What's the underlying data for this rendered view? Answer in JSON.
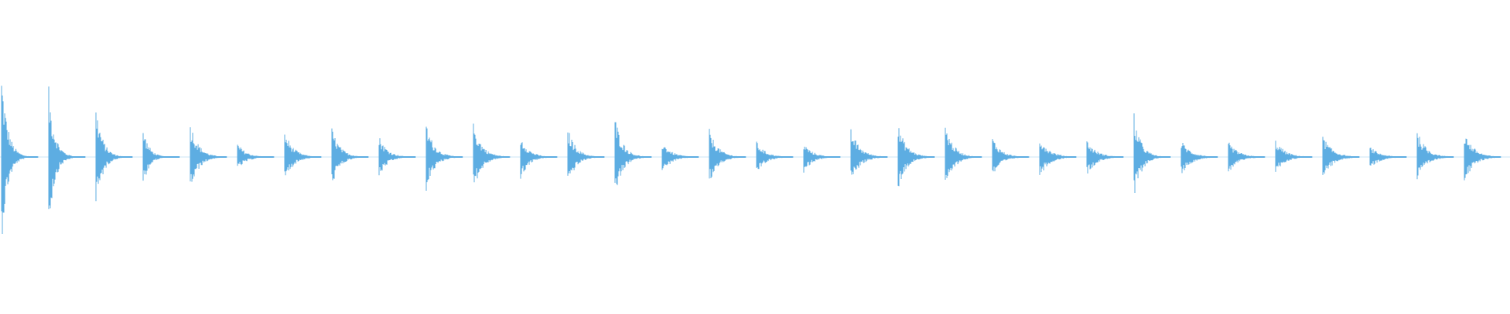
{
  "waveform": {
    "color": "#5dade2",
    "background": "#ffffff",
    "center_level": 0.5,
    "hit_count": 32,
    "hits": [
      {
        "peak_up": 0.56,
        "peak_down": 0.56,
        "decay": 0.55
      },
      {
        "peak_up": 0.45,
        "peak_down": 0.46,
        "decay": 0.55
      },
      {
        "peak_up": 0.34,
        "peak_down": 0.34,
        "decay": 0.6
      },
      {
        "peak_up": 0.19,
        "peak_down": 0.19,
        "decay": 0.55
      },
      {
        "peak_up": 0.23,
        "peak_down": 0.23,
        "decay": 0.75
      },
      {
        "peak_up": 0.09,
        "peak_down": 0.09,
        "decay": 0.8
      },
      {
        "peak_up": 0.17,
        "peak_down": 0.16,
        "decay": 0.8
      },
      {
        "peak_up": 0.19,
        "peak_down": 0.19,
        "decay": 0.75
      },
      {
        "peak_up": 0.14,
        "peak_down": 0.14,
        "decay": 0.75
      },
      {
        "peak_up": 0.22,
        "peak_down": 0.22,
        "decay": 0.75
      },
      {
        "peak_up": 0.22,
        "peak_down": 0.22,
        "decay": 0.8
      },
      {
        "peak_up": 0.14,
        "peak_down": 0.15,
        "decay": 0.75
      },
      {
        "peak_up": 0.19,
        "peak_down": 0.19,
        "decay": 0.75
      },
      {
        "peak_up": 0.27,
        "peak_down": 0.28,
        "decay": 0.7
      },
      {
        "peak_up": 0.1,
        "peak_down": 0.11,
        "decay": 0.85
      },
      {
        "peak_up": 0.18,
        "peak_down": 0.18,
        "decay": 0.8
      },
      {
        "peak_up": 0.1,
        "peak_down": 0.11,
        "decay": 0.85
      },
      {
        "peak_up": 0.09,
        "peak_down": 0.1,
        "decay": 0.85
      },
      {
        "peak_up": 0.18,
        "peak_down": 0.17,
        "decay": 0.85
      },
      {
        "peak_up": 0.21,
        "peak_down": 0.21,
        "decay": 0.8
      },
      {
        "peak_up": 0.22,
        "peak_down": 0.22,
        "decay": 0.75
      },
      {
        "peak_up": 0.13,
        "peak_down": 0.13,
        "decay": 0.8
      },
      {
        "peak_up": 0.13,
        "peak_down": 0.13,
        "decay": 0.9
      },
      {
        "peak_up": 0.11,
        "peak_down": 0.12,
        "decay": 0.9
      },
      {
        "peak_up": 0.28,
        "peak_down": 0.29,
        "decay": 0.65
      },
      {
        "peak_up": 0.11,
        "peak_down": 0.12,
        "decay": 0.9
      },
      {
        "peak_up": 0.1,
        "peak_down": 0.11,
        "decay": 0.9
      },
      {
        "peak_up": 0.11,
        "peak_down": 0.1,
        "decay": 0.9
      },
      {
        "peak_up": 0.14,
        "peak_down": 0.15,
        "decay": 0.9
      },
      {
        "peak_up": 0.07,
        "peak_down": 0.08,
        "decay": 0.9
      },
      {
        "peak_up": 0.17,
        "peak_down": 0.16,
        "decay": 0.85
      },
      {
        "peak_up": 0.17,
        "peak_down": 0.18,
        "decay": 0.85
      }
    ]
  }
}
